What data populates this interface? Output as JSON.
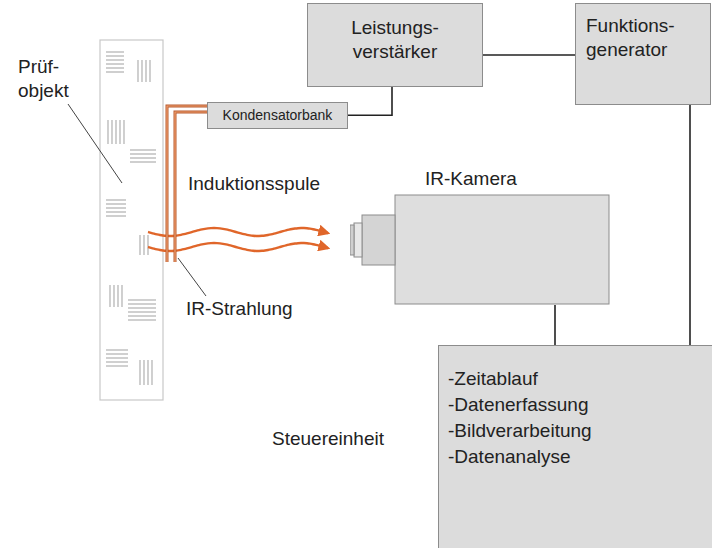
{
  "diagram": {
    "nodes": [
      {
        "text": [
          "Leistungs- verstärker"
        ]
      },
      {
        "text": [
          "Funktions- generator"
        ]
      },
      {
        "text": [
          "Kondensatorbank"
        ]
      },
      {
        "text": [
          "IR-Kamera"
        ]
      },
      {
        "text": [
          "Steuereinheit",
          "-Zeitablauf",
          "-Datenerfassung",
          "-Bildverarbeitung",
          "-Datenanalyse"
        ]
      }
    ],
    "edges": [
      {
        "from": 0,
        "to": 1,
        "arrow": "none"
      },
      {
        "from": 0,
        "to": 2,
        "arrow": "none"
      },
      {
        "from": 3,
        "to": 4,
        "arrow": "none"
      },
      {
        "from": 1,
        "to": 4,
        "arrow": "none"
      }
    ],
    "labels": [
      "Prüf- objekt",
      "Induktionsspule",
      "IR-Strahlung"
    ]
  }
}
